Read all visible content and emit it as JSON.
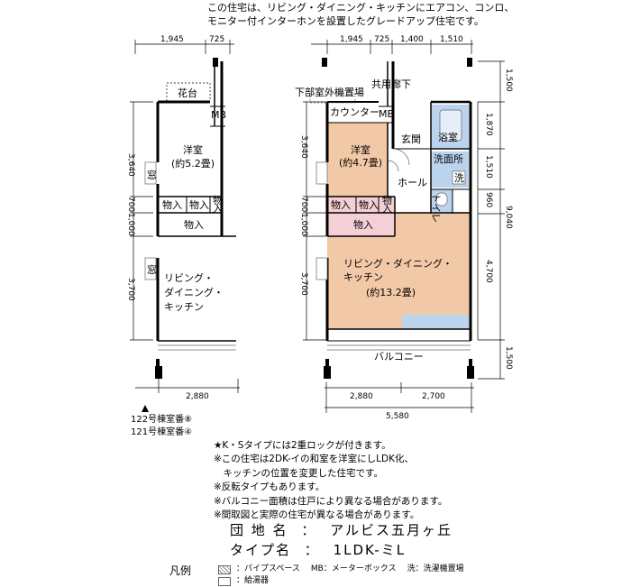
{
  "header": {
    "line1": "この住宅は、リビング・ダイニング・キッチンにエアコン、コンロ、",
    "line2": "モニター付インターホンを設置したグレードアップ住宅です。"
  },
  "left_plan": {
    "dims_top": [
      "1,945",
      "725"
    ],
    "dims_left": [
      "3,640",
      "700",
      "1,000",
      "3,700"
    ],
    "dims_bottom": [
      "2,880"
    ],
    "rooms": {
      "flowerbed": "花台",
      "mb": "MB",
      "western": "洋室",
      "western_size": "(約5.2畳)",
      "window": "窓",
      "closet_a": "物入",
      "closet_b": "物入",
      "closet_c": "物",
      "closet_d": "入",
      "storage": "物入",
      "ldk_1": "リビング・",
      "ldk_2": "ダイニング・",
      "ldk_3": "キッチン"
    }
  },
  "right_plan": {
    "dims_top": [
      "1,945",
      "725",
      "1,400",
      "1,510"
    ],
    "dims_left": [
      "3,640",
      "700",
      "1,000",
      "3,700"
    ],
    "dims_right_inner": [
      "1,870",
      "1,510",
      "960",
      "4,700"
    ],
    "dims_right_outer": [
      "1,500",
      "9,040",
      "1,500"
    ],
    "dims_bottom": [
      "2,880",
      "2,700",
      "5,580"
    ],
    "rooms": {
      "corridor": "共用廊下",
      "outdoor_unit": "下部室外機置場",
      "counter": "カウンター",
      "mb": "MB",
      "western": "洋室",
      "western_size": "(約4.7畳)",
      "entrance": "玄関",
      "bath": "浴室",
      "washroom": "洗面所",
      "washer": "洗",
      "hall": "ホール",
      "toilet": "トイレ",
      "closet_a": "物入",
      "closet_b": "物入",
      "closet_c": "物",
      "closet_d": "入",
      "storage": "物入",
      "ldk": "リビング・ダイニング・",
      "ldk_2": "キッチン",
      "ldk_size": "(約13.2畳)",
      "balcony": "バルコニー"
    }
  },
  "blocks": {
    "b122": "122号棟室番⑧",
    "b121": "121号棟室番④"
  },
  "notes": [
    "★K・Sタイプには2重ロックが付きます。",
    "※この住宅は2DK-イの和室を洋室にしLDK化、",
    "　キッチンの位置を変更した住宅です。",
    "※反転タイプもあります。",
    "※バルコニー面積は住戸により異なる場合があります。",
    "※間取図と実際の住宅が異なる場合があります。"
  ],
  "estate": {
    "label": "団 地 名",
    "sep": "：",
    "value": "アルビス五月ヶ丘"
  },
  "type": {
    "label": "タイプ名",
    "sep": "：",
    "value": "1LDK-ミL"
  },
  "legend": {
    "title": "凡例",
    "pipe": "：パイプスペース",
    "mb": "MB：メーターボックス",
    "washer": "洗：洗濯機置場",
    "heater": "：給湯器"
  },
  "colors": {
    "western_room": "#f2c9a6",
    "ldk": "#f2c9a6",
    "storage": "#f5cfd6",
    "wet_area": "#bcd3ee",
    "wall": "#000000"
  }
}
